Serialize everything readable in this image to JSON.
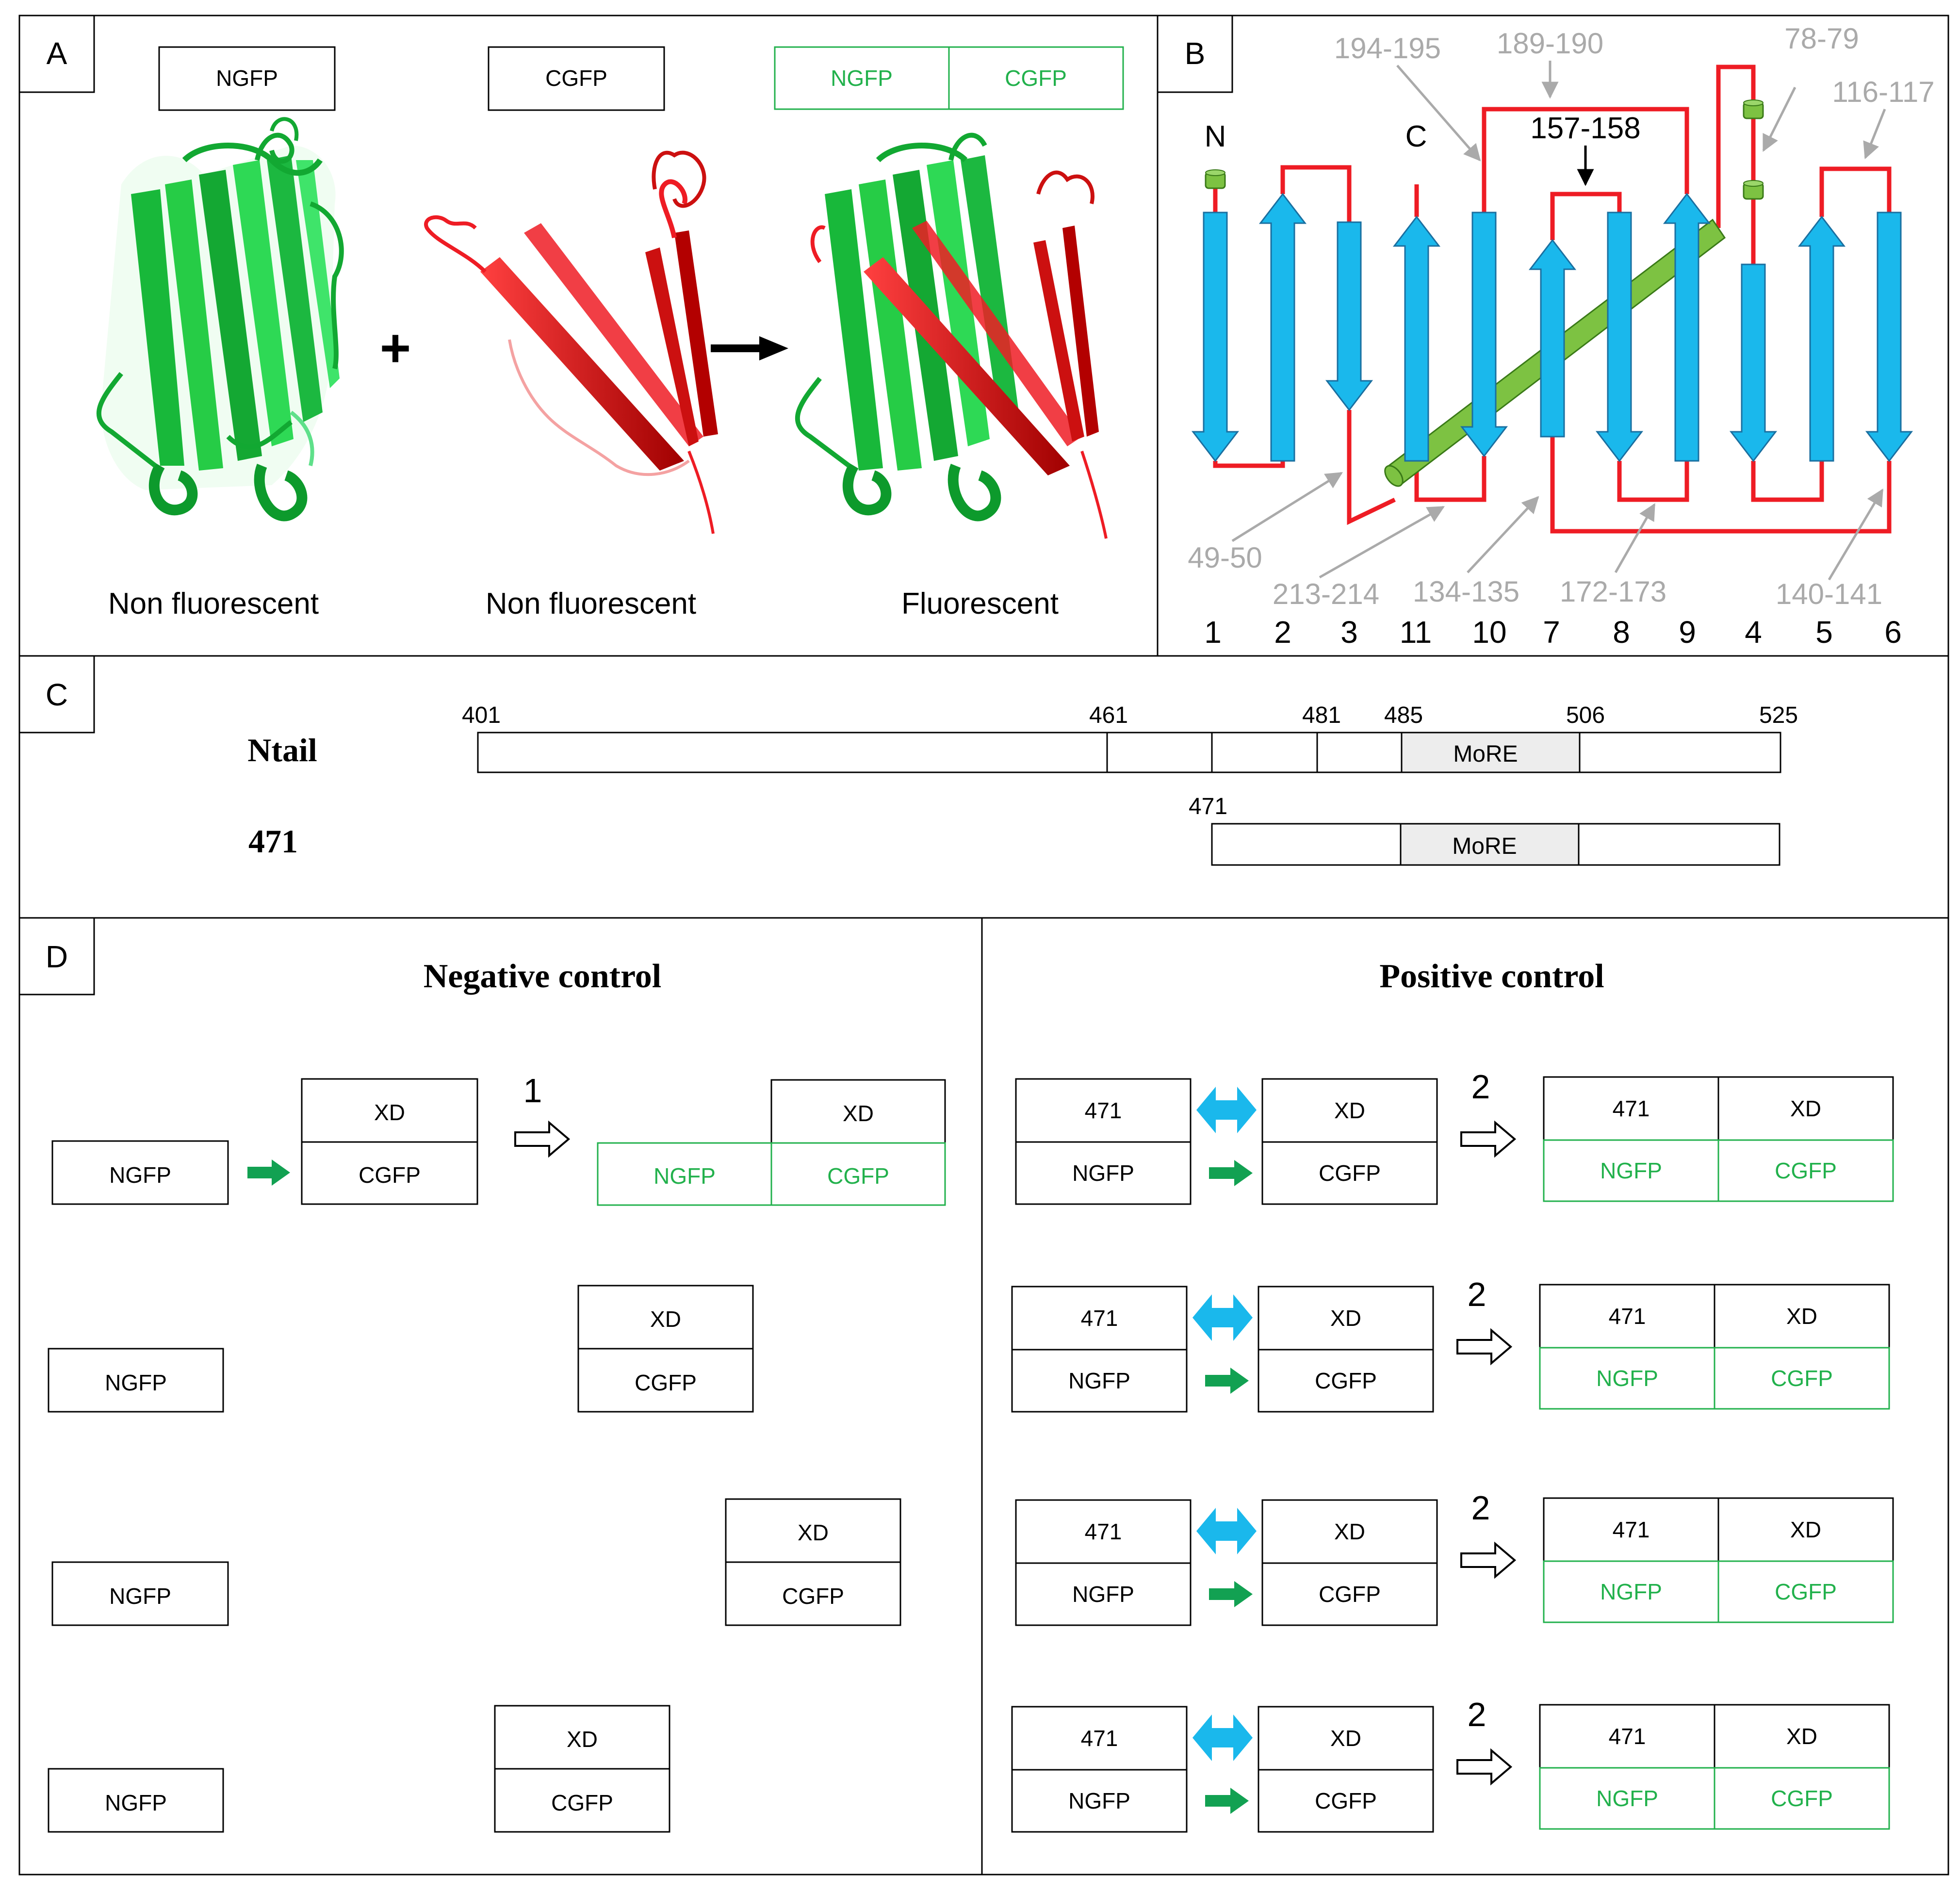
{
  "panels": {
    "a": {
      "letter": "A",
      "boxes": {
        "ngfp": "NGFP",
        "cgfp": "CGFP",
        "combined_n": "NGFP",
        "combined_c": "CGFP"
      },
      "plus": "+",
      "captions": [
        "Non fluorescent",
        "Non fluorescent",
        "Fluorescent"
      ]
    },
    "b": {
      "letter": "B",
      "terminus_n": "N",
      "terminus_c": "C",
      "strand_order": [
        "1",
        "2",
        "3",
        "11",
        "10",
        "7",
        "8",
        "9",
        "4",
        "5",
        "6"
      ],
      "black_cut": "157-158",
      "grey_cuts": [
        "194-195",
        "189-190",
        "78-79",
        "116-117",
        "49-50",
        "213-214",
        "134-135",
        "172-173",
        "140-141"
      ]
    },
    "c": {
      "letter": "C",
      "constructs": [
        {
          "name": "Ntail",
          "ticks": [
            "401",
            "461",
            "481",
            "485",
            "506",
            "525"
          ],
          "motif": "MoRE"
        },
        {
          "name": "471",
          "ticks": [
            "471"
          ],
          "motif": "MoRE"
        }
      ]
    },
    "d": {
      "letter": "D",
      "negative_title": "Negative control",
      "positive_title": "Positive control",
      "labels": {
        "ngfp": "NGFP",
        "cgfp": "CGFP",
        "xd": "XD",
        "p471": "471"
      },
      "step_negative": "1",
      "step_positive": "2"
    }
  },
  "colors": {
    "gfp_green": "#22b14c",
    "arrow_green": "#12a152",
    "strand_blue": "#1ab8ec",
    "helix_green": "#7dc242",
    "loop_red": "#ee1c24",
    "grey_label": "#aaaaaa",
    "more_fill": "#ededed"
  }
}
